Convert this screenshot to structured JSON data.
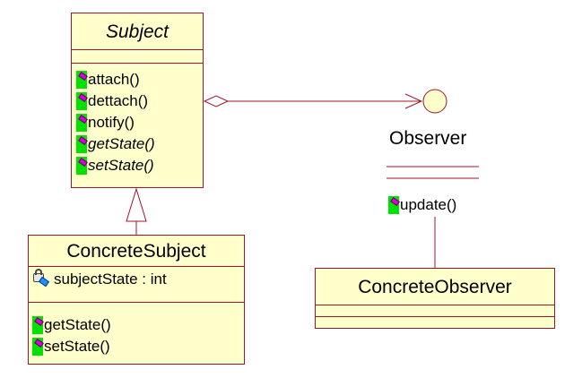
{
  "subject": {
    "name": "Subject",
    "operations": [
      "attach()",
      "dettach()",
      "notify()",
      "getState()",
      "setState()"
    ]
  },
  "concrete_subject": {
    "name": "ConcreteSubject",
    "attributes": [
      "subjectState : int"
    ],
    "operations": [
      "getState()",
      "setState()"
    ]
  },
  "observer": {
    "name": "Observer",
    "operations": [
      "update()"
    ]
  },
  "concrete_observer": {
    "name": "ConcreteObserver"
  },
  "colors": {
    "class_fill": "#ffffcc",
    "class_border": "#a0142a",
    "operation_icon": "#00e200",
    "connector": "#a0142a"
  },
  "icons": [
    "operation-icon",
    "private-attribute-icon"
  ]
}
